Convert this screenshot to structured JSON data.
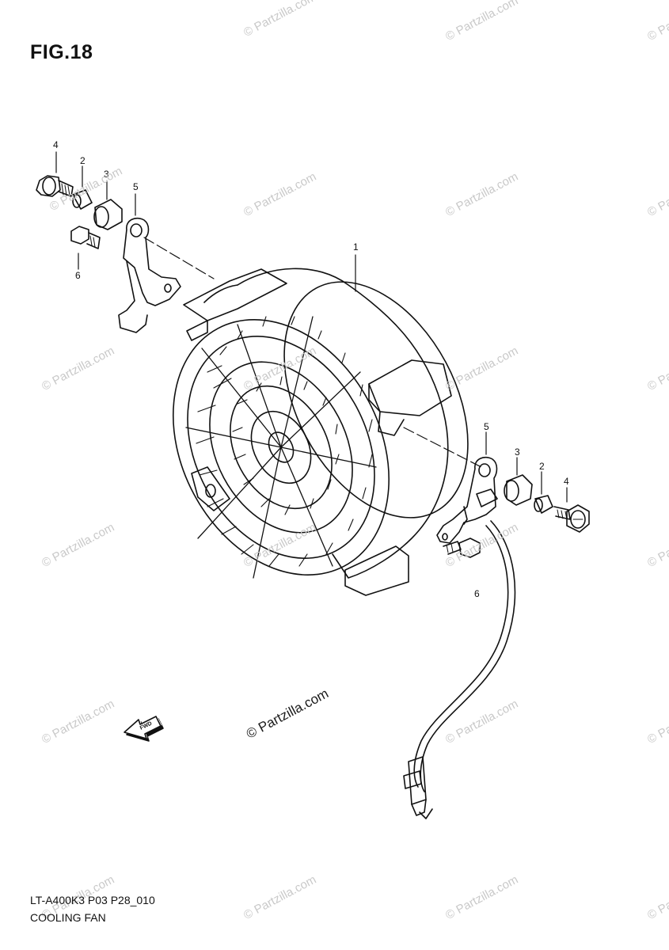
{
  "figure_title": "FIG.18",
  "callouts": {
    "fan_assembly": "1",
    "left_collar": "2",
    "left_grommet": "3",
    "left_screw": "4",
    "left_bracket": "5",
    "left_bolt": "6",
    "right_collar": "2",
    "right_grommet": "3",
    "right_screw": "4",
    "right_bracket": "5",
    "right_bolt": "6"
  },
  "direction_marker": {
    "label": "FWD"
  },
  "watermark": {
    "text": "© Partzilla.com"
  },
  "footer": {
    "model_code": "LT-A400K3 P03 P28_010",
    "part_name": "COOLING FAN"
  }
}
